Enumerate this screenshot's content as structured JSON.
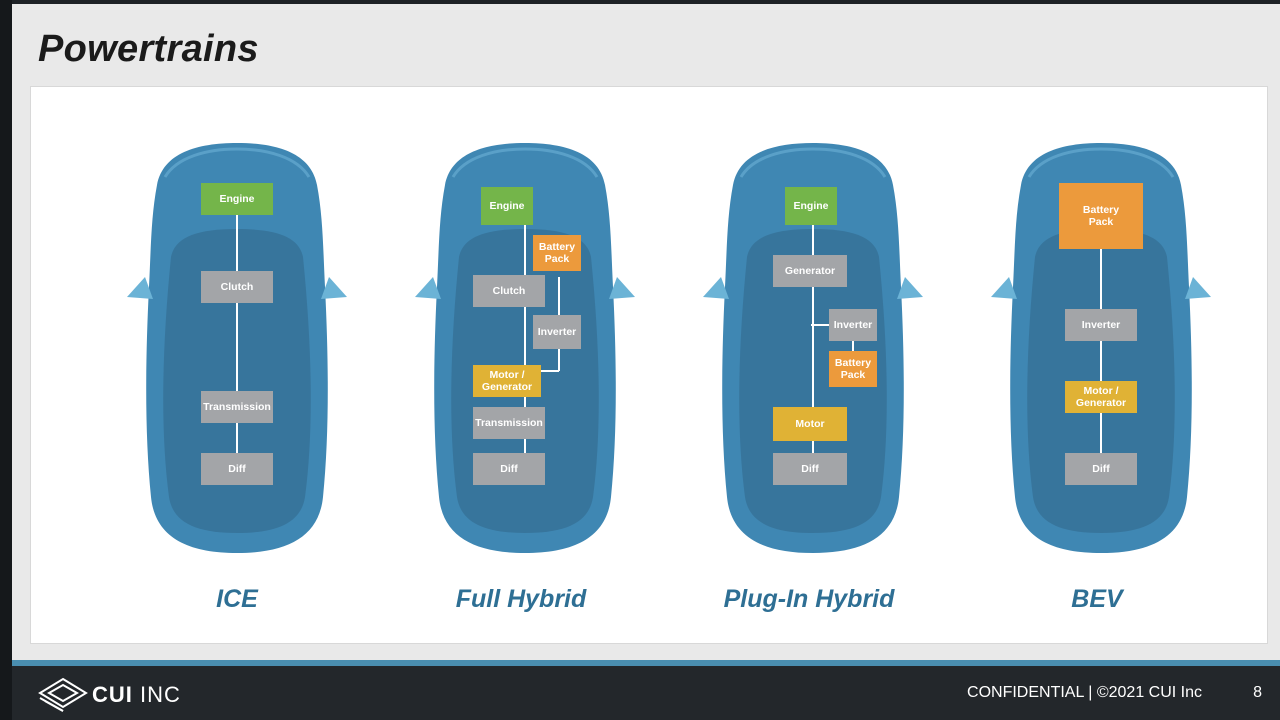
{
  "slide": {
    "title": "Powertrains"
  },
  "cars": [
    {
      "label": "ICE",
      "components": [
        {
          "text": "Engine",
          "kind": "green"
        },
        {
          "text": "Clutch",
          "kind": "gray"
        },
        {
          "text": "Transmission",
          "kind": "gray"
        },
        {
          "text": "Diff",
          "kind": "gray"
        }
      ]
    },
    {
      "label": "Full Hybrid",
      "components": [
        {
          "text": "Engine",
          "kind": "green"
        },
        {
          "text": "Battery\nPack",
          "kind": "orange"
        },
        {
          "text": "Clutch",
          "kind": "gray"
        },
        {
          "text": "Inverter",
          "kind": "gray"
        },
        {
          "text": "Motor /\nGenerator",
          "kind": "yellow"
        },
        {
          "text": "Transmission",
          "kind": "gray"
        },
        {
          "text": "Diff",
          "kind": "gray"
        }
      ]
    },
    {
      "label": "Plug-In Hybrid",
      "components": [
        {
          "text": "Engine",
          "kind": "green"
        },
        {
          "text": "Generator",
          "kind": "gray"
        },
        {
          "text": "Inverter",
          "kind": "gray"
        },
        {
          "text": "Battery\nPack",
          "kind": "orange"
        },
        {
          "text": "Motor",
          "kind": "yellow"
        },
        {
          "text": "Diff",
          "kind": "gray"
        }
      ]
    },
    {
      "label": "BEV",
      "components": [
        {
          "text": "Battery\nPack",
          "kind": "orange"
        },
        {
          "text": "Inverter",
          "kind": "gray"
        },
        {
          "text": "Motor /\nGenerator",
          "kind": "yellow"
        },
        {
          "text": "Diff",
          "kind": "gray"
        }
      ]
    }
  ],
  "footer": {
    "logo_bold": "CUI",
    "logo_light": "INC",
    "logo_icon": "cui-logo-icon",
    "confidential": "CONFIDENTIAL | ©2021 CUI Inc",
    "page_number": "8"
  },
  "colors": {
    "car_body": "#3f87b3",
    "car_cabin": "#356f94",
    "car_mirror": "#6bb3d6",
    "component_green": "#74b54a",
    "component_gray": "#a3a5a8",
    "component_orange": "#ec9a3c",
    "component_yellow": "#e0b235",
    "label_blue": "#2e6f94",
    "footer_stripe": "#4a8eb0"
  }
}
